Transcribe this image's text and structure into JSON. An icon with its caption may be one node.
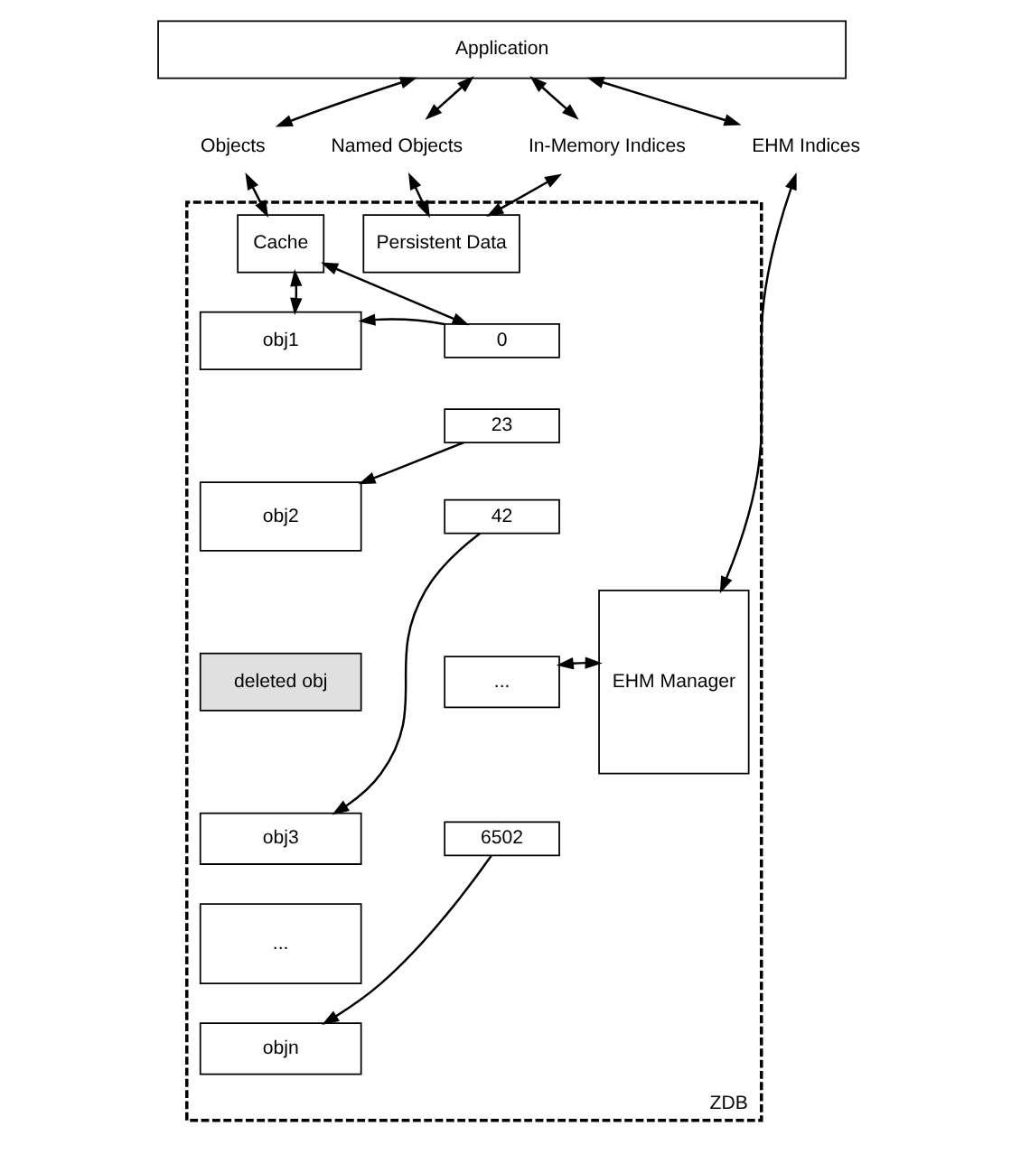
{
  "diagram": {
    "nodes": [
      {
        "text": [
          "Application"
        ]
      },
      {
        "text": [
          "Objects"
        ]
      },
      {
        "text": [
          "Named Objects"
        ]
      },
      {
        "text": [
          "In-Memory Indices"
        ]
      },
      {
        "text": [
          "EHM Indices"
        ]
      },
      {
        "text": [
          "ZDB"
        ]
      },
      {
        "text": [
          "Cache"
        ],
        "in": 5
      },
      {
        "text": [
          "Persistent Data"
        ],
        "in": 5
      },
      {
        "text": [
          "obj1"
        ],
        "in": 5
      },
      {
        "text": [
          "obj2"
        ],
        "in": 5
      },
      {
        "text": [
          "deleted obj"
        ],
        "in": 5
      },
      {
        "text": [
          "obj3"
        ],
        "in": 5
      },
      {
        "text": [
          "..."
        ],
        "in": 5
      },
      {
        "text": [
          "objn"
        ],
        "in": 5
      },
      {
        "text": [
          "0"
        ],
        "in": 5
      },
      {
        "text": [
          "23"
        ],
        "in": 5
      },
      {
        "text": [
          "42"
        ],
        "in": 5
      },
      {
        "text": [
          "..."
        ],
        "in": 5
      },
      {
        "text": [
          "6502"
        ],
        "in": 5
      },
      {
        "text": [
          "EHM Manager"
        ],
        "in": 5
      }
    ],
    "edges": [
      {
        "from": 0,
        "to": 1,
        "arrow": "both"
      },
      {
        "from": 0,
        "to": 2,
        "arrow": "both"
      },
      {
        "from": 0,
        "to": 3,
        "arrow": "both"
      },
      {
        "from": 0,
        "to": 4,
        "arrow": "both"
      },
      {
        "from": 1,
        "to": 6,
        "arrow": "both"
      },
      {
        "from": 2,
        "to": 7,
        "arrow": "both"
      },
      {
        "from": 3,
        "to": 7,
        "arrow": "both"
      },
      {
        "from": 4,
        "to": 19,
        "arrow": "both"
      },
      {
        "from": 6,
        "to": 8,
        "arrow": "both"
      },
      {
        "from": 6,
        "to": 14,
        "arrow": "both"
      },
      {
        "from": 14,
        "to": 8,
        "arrow": "to"
      },
      {
        "from": 15,
        "to": 9,
        "arrow": "to"
      },
      {
        "from": 16,
        "to": 11,
        "arrow": "to"
      },
      {
        "from": 18,
        "to": 13,
        "arrow": "to"
      },
      {
        "from": 19,
        "to": 17,
        "arrow": "both"
      }
    ]
  }
}
